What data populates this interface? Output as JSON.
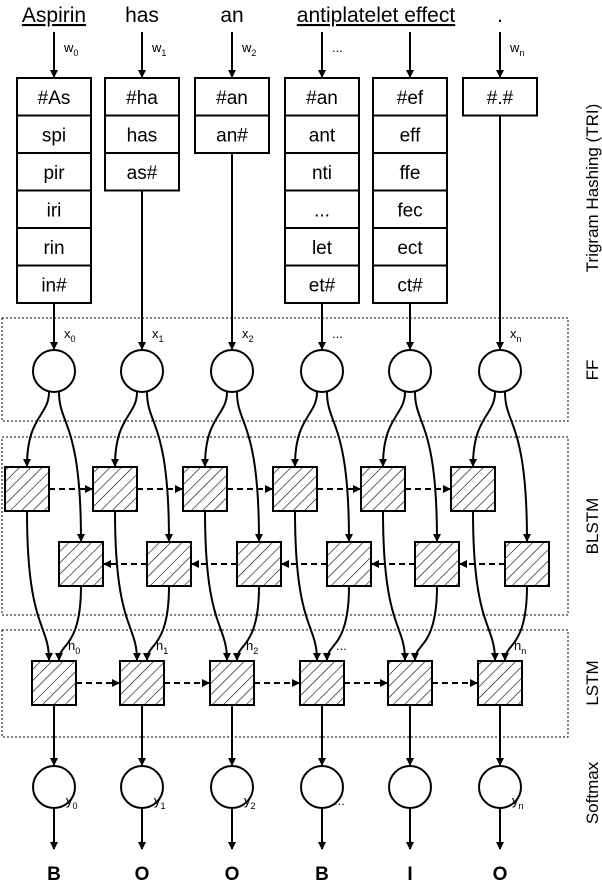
{
  "words": [
    {
      "text": "Aspirin",
      "underline": true
    },
    {
      "text": "has",
      "underline": false
    },
    {
      "text": "an",
      "underline": false
    },
    {
      "text": "antiplatelet effect",
      "underline": true
    },
    {
      "text": "",
      "underline": false
    },
    {
      "text": ".",
      "underline": false
    }
  ],
  "w_labels": [
    {
      "main": "w",
      "sub": "0"
    },
    {
      "main": "w",
      "sub": "1"
    },
    {
      "main": "w",
      "sub": "2"
    },
    {
      "main": "...",
      "sub": ""
    },
    {
      "main": "",
      "sub": ""
    },
    {
      "main": "w",
      "sub": "n"
    }
  ],
  "trigrams": [
    [
      "#As",
      "spi",
      "pir",
      "iri",
      "rin",
      "in#"
    ],
    [
      "#ha",
      "has",
      "as#"
    ],
    [
      "#an",
      "an#"
    ],
    [
      "#an",
      "ant",
      "nti",
      "...",
      "let",
      "et#"
    ],
    [
      "#ef",
      "eff",
      "ffe",
      "fec",
      "ect",
      "ct#"
    ],
    [
      "#.#"
    ]
  ],
  "x_labels": [
    {
      "main": "x",
      "sub": "0"
    },
    {
      "main": "x",
      "sub": "1"
    },
    {
      "main": "x",
      "sub": "2"
    },
    {
      "main": "...",
      "sub": ""
    },
    {
      "main": "",
      "sub": ""
    },
    {
      "main": "x",
      "sub": "n"
    }
  ],
  "h_labels": [
    {
      "main": "h",
      "sub": "0"
    },
    {
      "main": "h",
      "sub": "1"
    },
    {
      "main": "h",
      "sub": "2"
    },
    {
      "main": "...",
      "sub": ""
    },
    {
      "main": "",
      "sub": ""
    },
    {
      "main": "h",
      "sub": "n"
    }
  ],
  "y_labels": [
    {
      "main": "y",
      "sub": "0"
    },
    {
      "main": "y",
      "sub": "1"
    },
    {
      "main": "y",
      "sub": "2"
    },
    {
      "main": "...",
      "sub": ""
    },
    {
      "main": "",
      "sub": ""
    },
    {
      "main": "y",
      "sub": "n"
    }
  ],
  "tags": [
    "B",
    "O",
    "O",
    "B",
    "I",
    "O"
  ],
  "layers": {
    "tri": "Trigram Hashing (TRI)",
    "ff": "FF",
    "blstm": "BLSTM",
    "lstm": "LSTM",
    "softmax": "Softmax"
  }
}
